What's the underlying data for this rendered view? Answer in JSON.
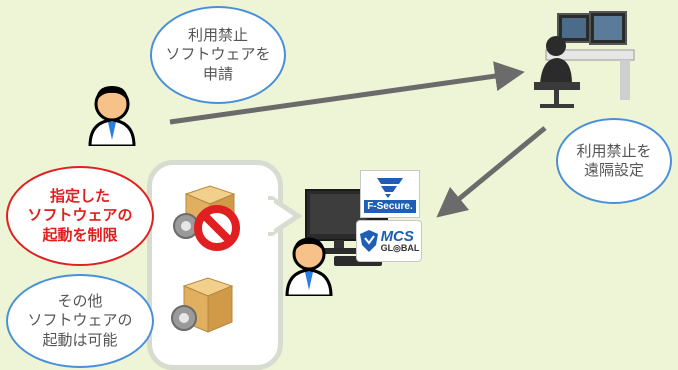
{
  "bubbles": {
    "apply": [
      "利用禁止",
      "ソフトウェアを",
      "申請"
    ],
    "remote": [
      "利用禁止を",
      "遠隔設定"
    ],
    "restricted": [
      "指定した",
      "ソフトウェアの",
      "起動を制限"
    ],
    "allowed": [
      "その他",
      "ソフトウェアの",
      "起動は可能"
    ]
  },
  "logos": {
    "fsecure": "F-Secure.",
    "mcs_line1": "MCS",
    "mcs_line2": "GL◎BAL"
  },
  "colors": {
    "background": "#eef5d6",
    "bubble_border_blue": "#4a90d9",
    "bubble_border_red": "#e02020",
    "arrow": "#6b6b6b",
    "prohibit": "#e02020"
  },
  "icons": [
    "user-icon",
    "admin-workstation-icon",
    "client-pc-icon",
    "software-box-icon",
    "prohibited-icon"
  ]
}
